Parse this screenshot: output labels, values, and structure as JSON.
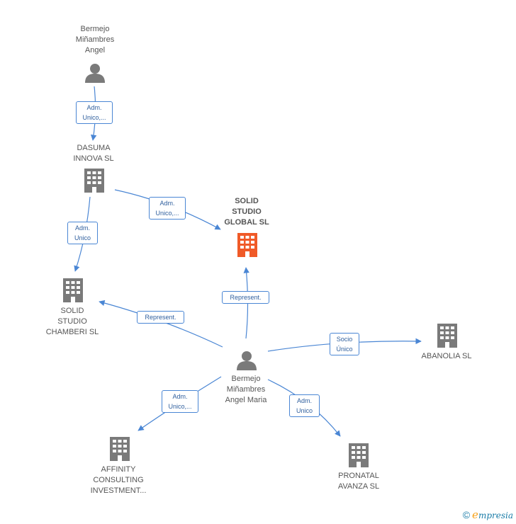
{
  "nodes": {
    "bermejo_angel": {
      "label": "Bermejo\nMiñambres\nAngel",
      "type": "person"
    },
    "dasuma": {
      "label": "DASUMA\nINNOVA SL",
      "type": "company"
    },
    "solid_global": {
      "label": "SOLID\nSTUDIO\nGLOBAL SL",
      "type": "company-main"
    },
    "solid_chamberi": {
      "label": "SOLID\nSTUDIO\nCHAMBERI SL",
      "type": "company"
    },
    "bermejo_maria": {
      "label": "Bermejo\nMiñambres\nAngel Maria",
      "type": "person"
    },
    "abanolia": {
      "label": "ABANOLIA SL",
      "type": "company"
    },
    "affinity": {
      "label": "AFFINITY\nCONSULTING\nINVESTMENT...",
      "type": "company"
    },
    "pronatal": {
      "label": "PRONATAL\nAVANZA SL",
      "type": "company"
    }
  },
  "edges": [
    {
      "id": "e1",
      "label": "Adm.\nUnico,..."
    },
    {
      "id": "e2",
      "label": "Adm.\nUnico,..."
    },
    {
      "id": "e3",
      "label": "Adm.\nUnico"
    },
    {
      "id": "e4",
      "label": "Represent."
    },
    {
      "id": "e5",
      "label": "Represent."
    },
    {
      "id": "e6",
      "label": "Socio\nÚnico"
    },
    {
      "id": "e7",
      "label": "Adm.\nUnico,..."
    },
    {
      "id": "e8",
      "label": "Adm.\nUnico"
    }
  ],
  "colors": {
    "edge": "#4a86d4",
    "icon": "#7a7a7a",
    "main_icon": "#f05a28"
  },
  "brand": {
    "copyright": "©",
    "e": "e",
    "name": "mpresia"
  }
}
